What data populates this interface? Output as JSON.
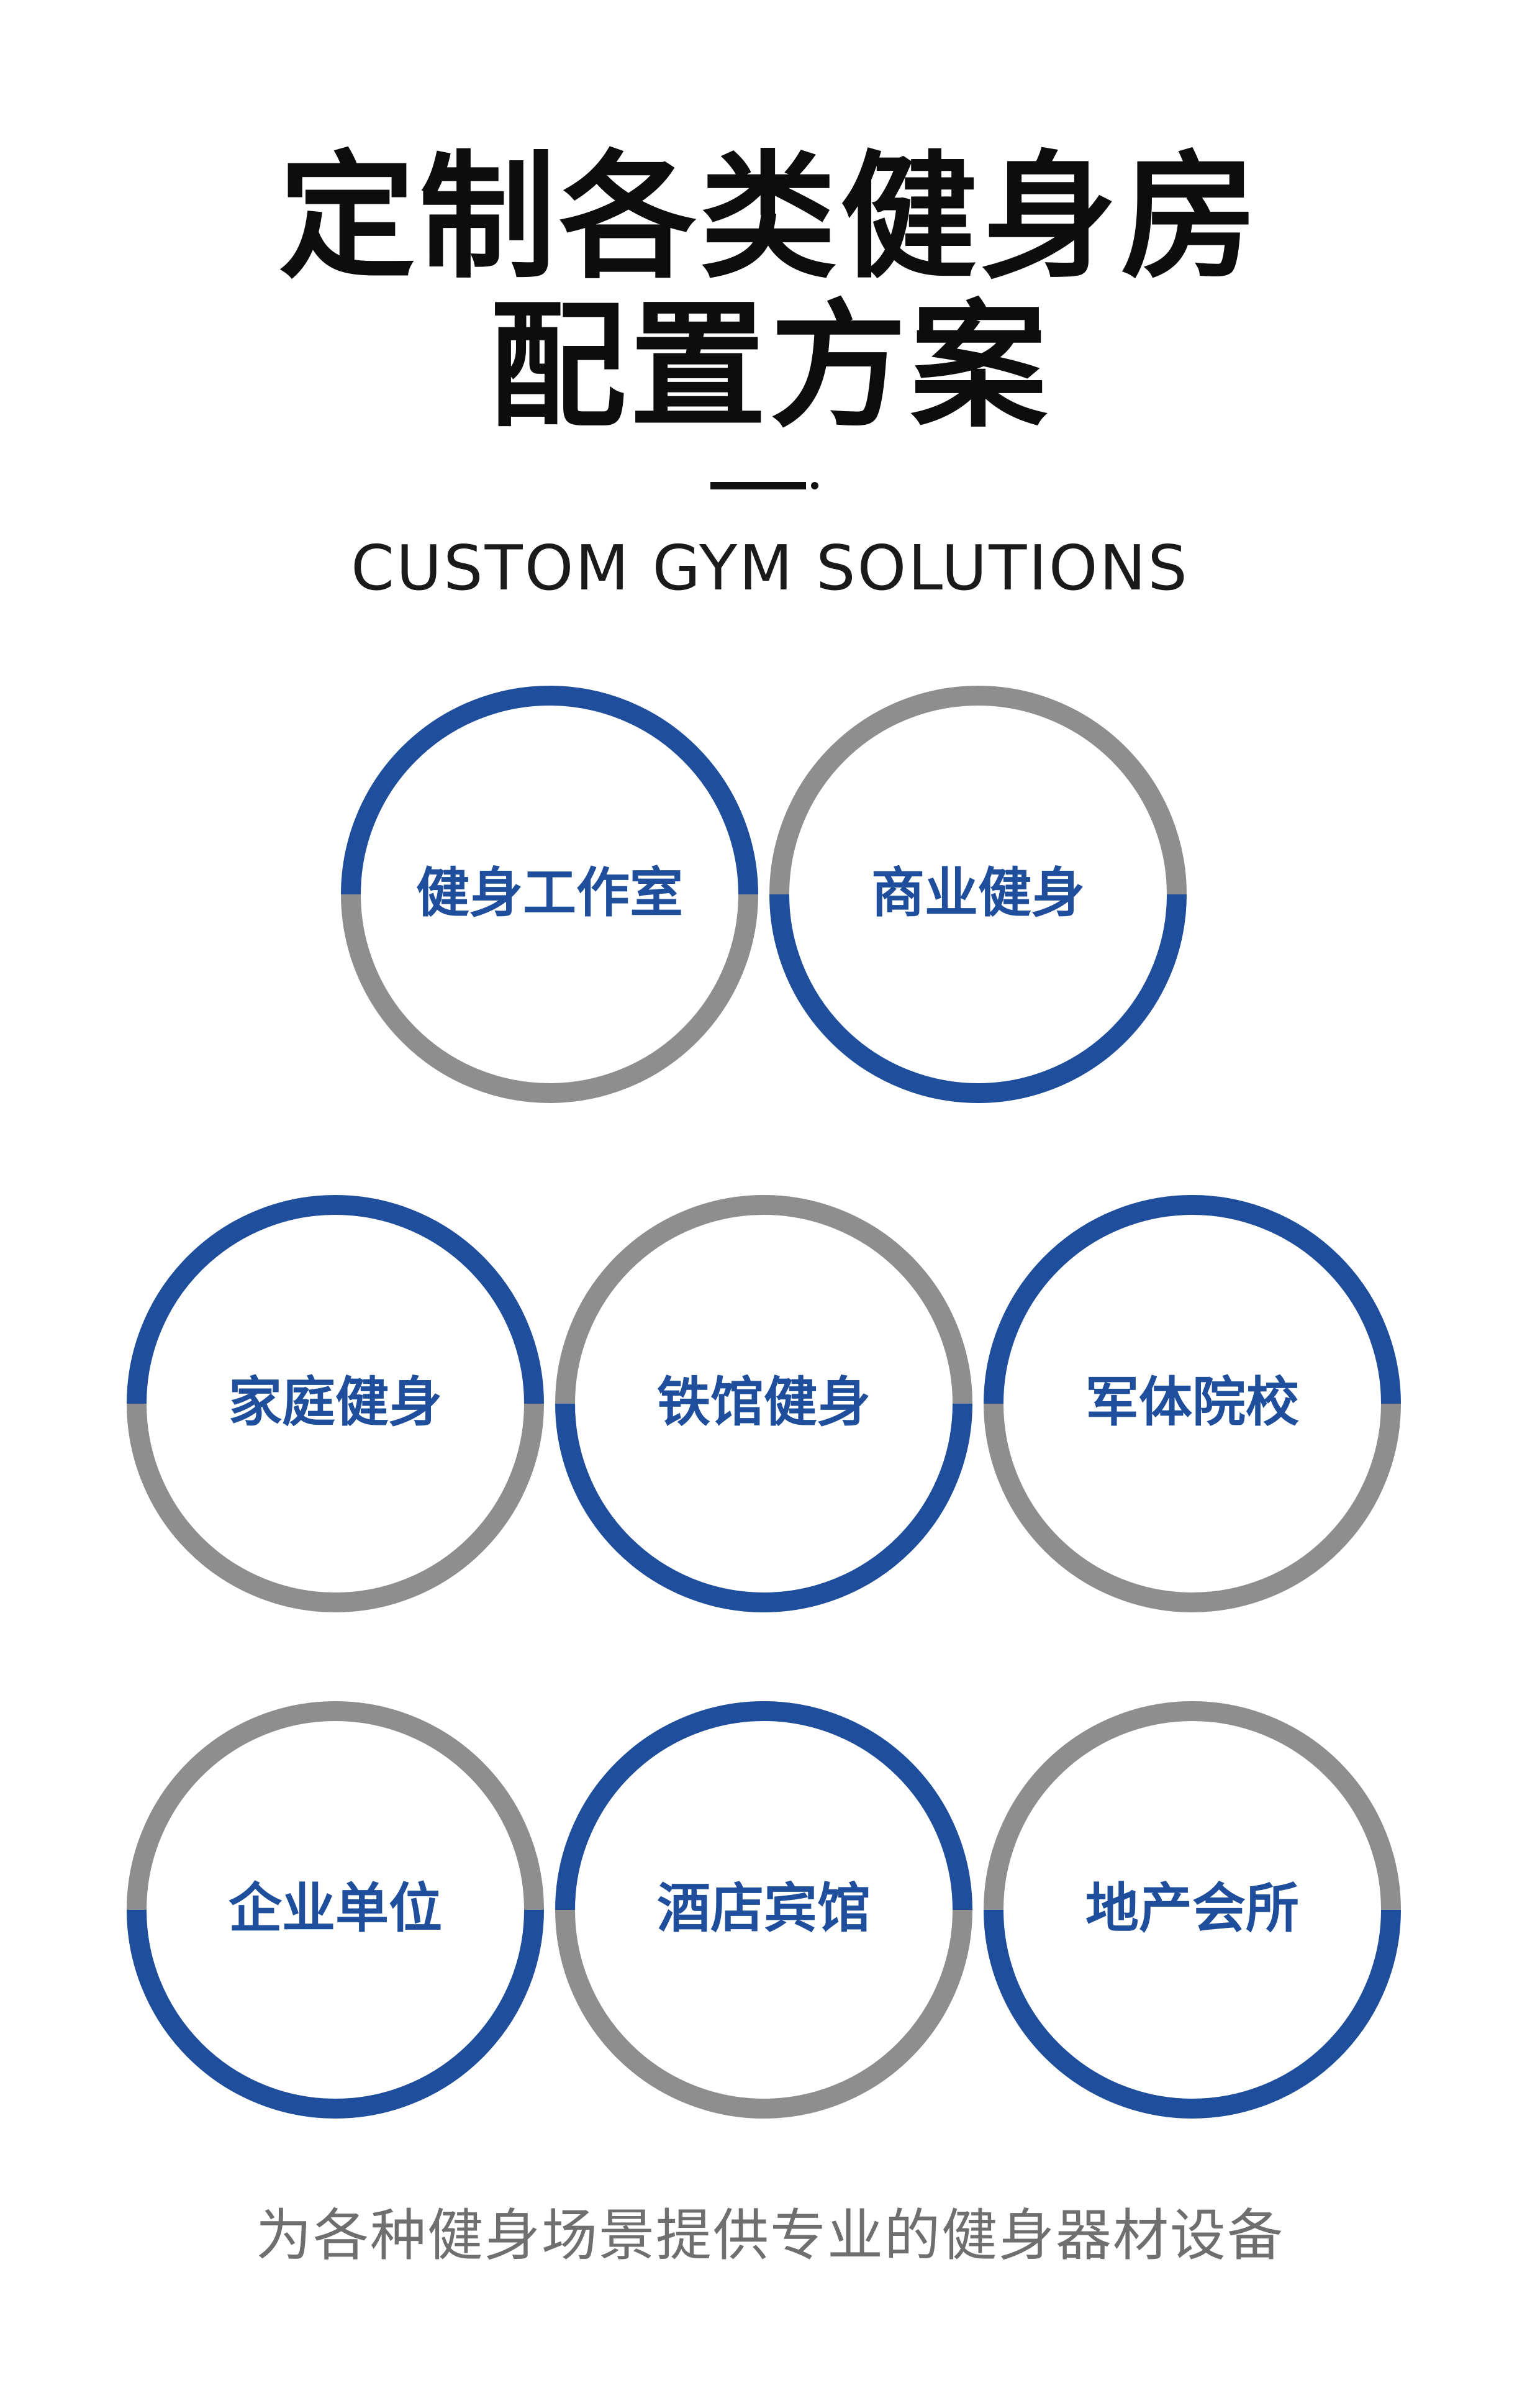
{
  "heading": {
    "line1": "定制各类健身房",
    "line2": "配置方案",
    "subtitle": "CUSTOM GYM SOLUTIONS"
  },
  "colors": {
    "blue": "#1f4e9c",
    "gray": "#8e8e8e",
    "title": "#0d0d0d"
  },
  "rings": [
    {
      "label": "健身工作室",
      "blue_half": "top"
    },
    {
      "label": "商业健身",
      "blue_half": "bottom"
    },
    {
      "label": "家庭健身",
      "blue_half": "top"
    },
    {
      "label": "铁馆健身",
      "blue_half": "bottom"
    },
    {
      "label": "军体院校",
      "blue_half": "top"
    },
    {
      "label": "企业单位",
      "blue_half": "bottom"
    },
    {
      "label": "酒店宾馆",
      "blue_half": "top"
    },
    {
      "label": "地产会所",
      "blue_half": "bottom"
    }
  ],
  "footer": "为各种健身场景提供专业的健身器材设备"
}
